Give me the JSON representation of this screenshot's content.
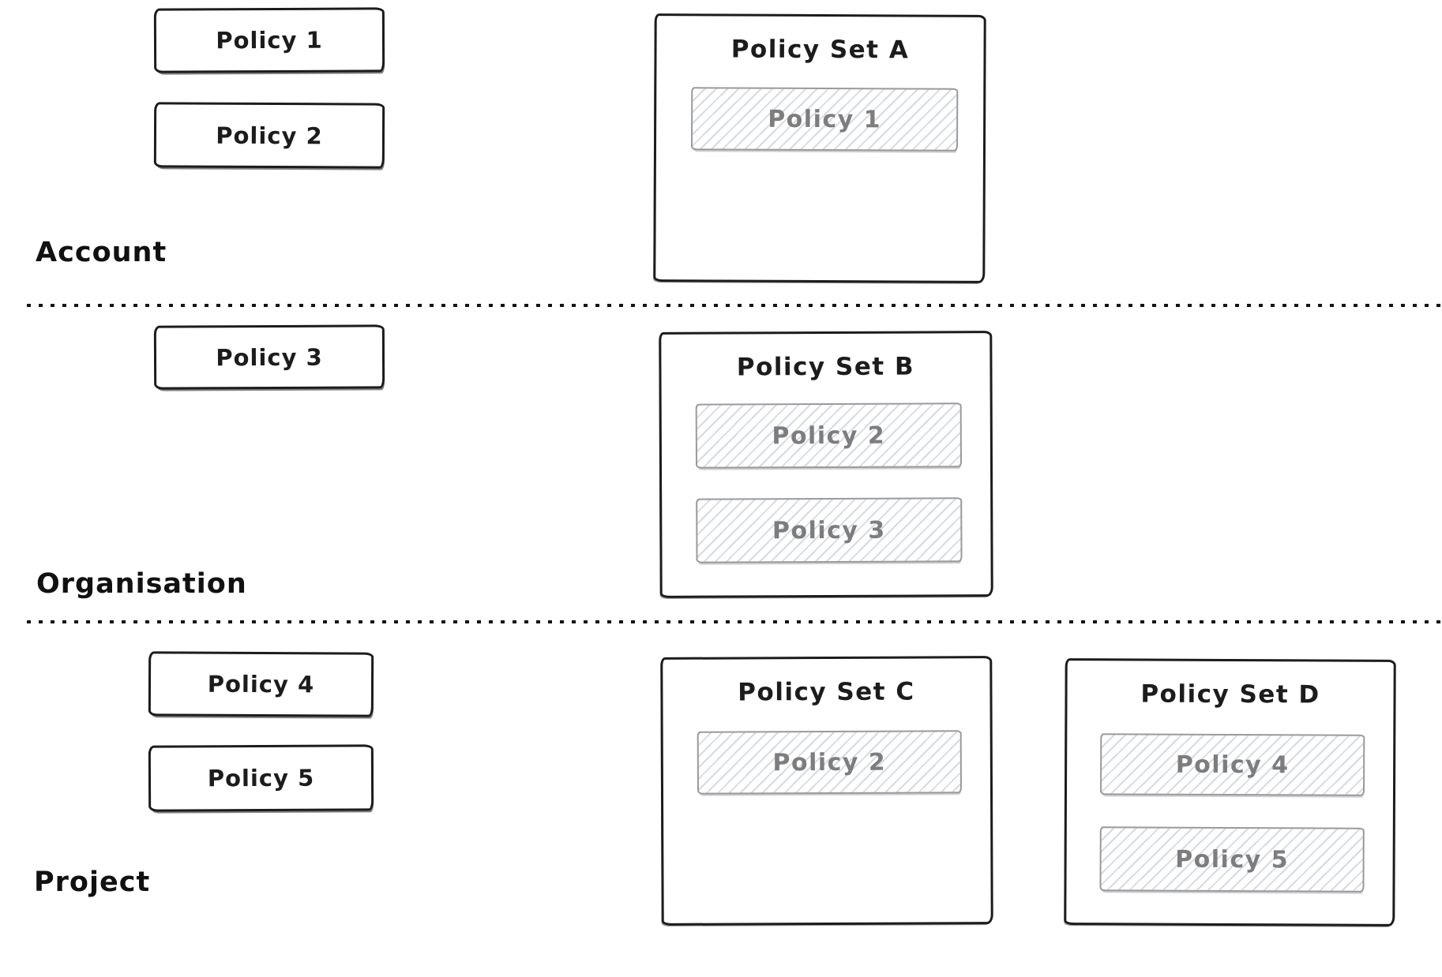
{
  "colors": {
    "ink": "#1c1c1c",
    "muted-border": "#9a9a9a",
    "muted-text": "#7d7d7d",
    "hatch": "#d7dbe0",
    "dot": "#141414",
    "background": "#ffffff"
  },
  "sections": [
    {
      "label": "Account",
      "policies": [
        "Policy 1",
        "Policy 2"
      ],
      "policy_sets": [
        {
          "title": "Policy Set A",
          "members": [
            "Policy 1"
          ]
        }
      ]
    },
    {
      "label": "Organisation",
      "policies": [
        "Policy 3"
      ],
      "policy_sets": [
        {
          "title": "Policy Set B",
          "members": [
            "Policy 2",
            "Policy 3"
          ]
        }
      ]
    },
    {
      "label": "Project",
      "policies": [
        "Policy 4",
        "Policy 5"
      ],
      "policy_sets": [
        {
          "title": "Policy Set C",
          "members": [
            "Policy 2"
          ]
        },
        {
          "title": "Policy Set D",
          "members": [
            "Policy 4",
            "Policy 5"
          ]
        }
      ]
    }
  ]
}
